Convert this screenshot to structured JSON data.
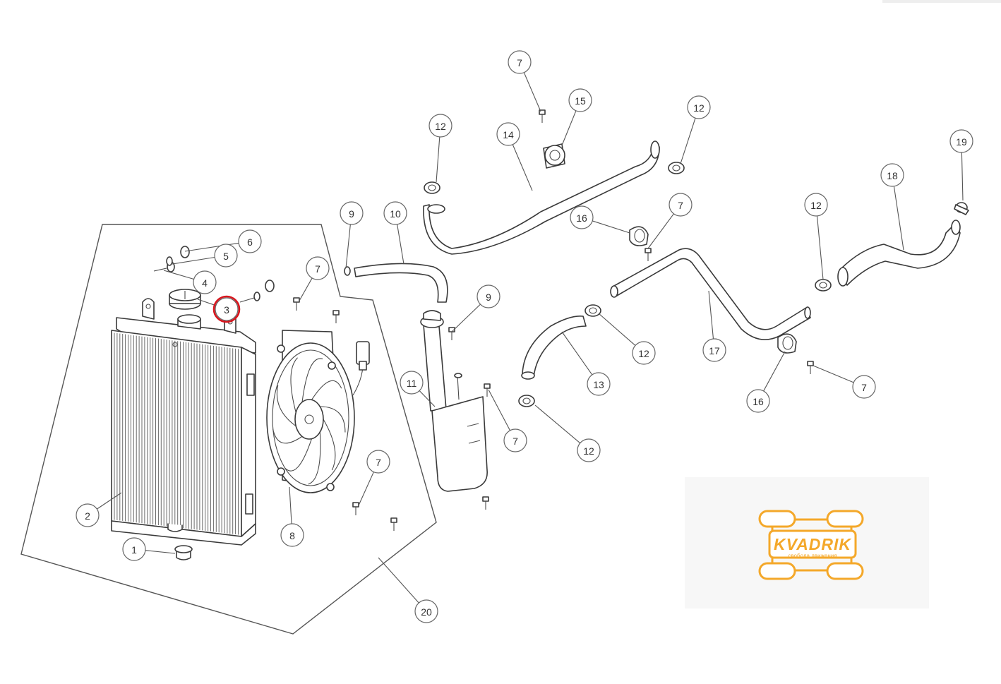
{
  "callouts": [
    "1",
    "2",
    "3",
    "4",
    "5",
    "6",
    "7",
    "8",
    "9",
    "10",
    "11",
    "12",
    "13",
    "14",
    "15",
    "16",
    "17",
    "18",
    "19",
    "20"
  ],
  "highlighted_callout": "3",
  "logo": {
    "word": "KVADRIK",
    "tagline": "свобода движения"
  },
  "colors": {
    "highlight": "#d8161e",
    "logo": "#f4a82a",
    "line": "#3a3a3a"
  }
}
